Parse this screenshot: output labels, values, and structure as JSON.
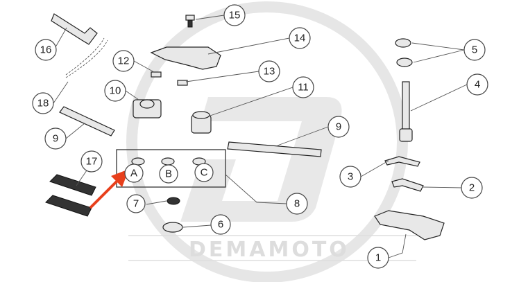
{
  "watermark": {
    "brand": "DEMAMOTO",
    "color": "#e0e0e0"
  },
  "callouts": {
    "c16": "16",
    "c15": "15",
    "c14": "14",
    "c12": "12",
    "c13": "13",
    "c10": "10",
    "c11": "11",
    "c18": "18",
    "c9a": "9",
    "c9b": "9",
    "c17": "17",
    "cA": "A",
    "cB": "B",
    "cC": "C",
    "c8": "8",
    "c7": "7",
    "c6": "6",
    "c5": "5",
    "c4": "4",
    "c3": "3",
    "c2": "2",
    "c1": "1"
  },
  "highlight_arrow": {
    "color": "#e8401c",
    "points_to": "A"
  }
}
